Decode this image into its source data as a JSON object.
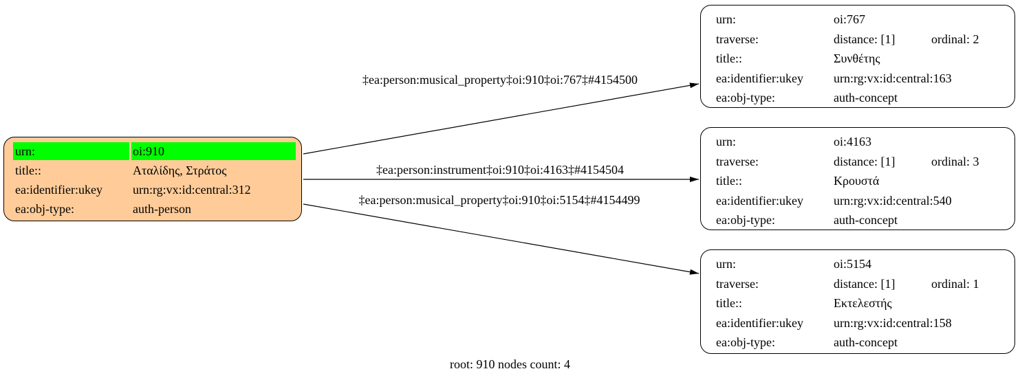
{
  "diagram": {
    "caption": "root: 910 nodes count: 4",
    "colors": {
      "root_fill": "#ffcc99",
      "highlight": "#00ff00",
      "node_fill": "#ffffff",
      "edge": "#000000"
    },
    "root_node": {
      "rows": [
        {
          "label": "urn:",
          "value": "oi:910"
        },
        {
          "label": "title::",
          "value": "Αταλίδης, Στράτος"
        },
        {
          "label": "ea:identifier:ukey",
          "value": "urn:rg:vx:id:central:312"
        },
        {
          "label": "ea:obj-type:",
          "value": "auth-person"
        }
      ]
    },
    "edges": [
      {
        "label": "‡ea:person:musical_property‡oi:910‡oi:767‡#4154500"
      },
      {
        "label": "‡ea:person:instrument‡oi:910‡oi:4163‡#4154504"
      },
      {
        "label": "‡ea:person:musical_property‡oi:910‡oi:5154‡#4154499"
      }
    ],
    "nodes": [
      {
        "urn_label": "urn:",
        "urn": "oi:767",
        "traverse_label": "traverse:",
        "distance": "distance: [1]",
        "ordinal": "ordinal: 2",
        "title_label": "title::",
        "title": "Συνθέτης",
        "ukey_label": "ea:identifier:ukey",
        "ukey": "urn:rg:vx:id:central:163",
        "objtype_label": "ea:obj-type:",
        "objtype": "auth-concept"
      },
      {
        "urn_label": "urn:",
        "urn": "oi:4163",
        "traverse_label": "traverse:",
        "distance": "distance: [1]",
        "ordinal": "ordinal: 3",
        "title_label": "title::",
        "title": "Κρουστά",
        "ukey_label": "ea:identifier:ukey",
        "ukey": "urn:rg:vx:id:central:540",
        "objtype_label": "ea:obj-type:",
        "objtype": "auth-concept"
      },
      {
        "urn_label": "urn:",
        "urn": "oi:5154",
        "traverse_label": "traverse:",
        "distance": "distance: [1]",
        "ordinal": "ordinal: 1",
        "title_label": "title::",
        "title": "Εκτελεστής",
        "ukey_label": "ea:identifier:ukey",
        "ukey": "urn:rg:vx:id:central:158",
        "objtype_label": "ea:obj-type:",
        "objtype": "auth-concept"
      }
    ]
  }
}
